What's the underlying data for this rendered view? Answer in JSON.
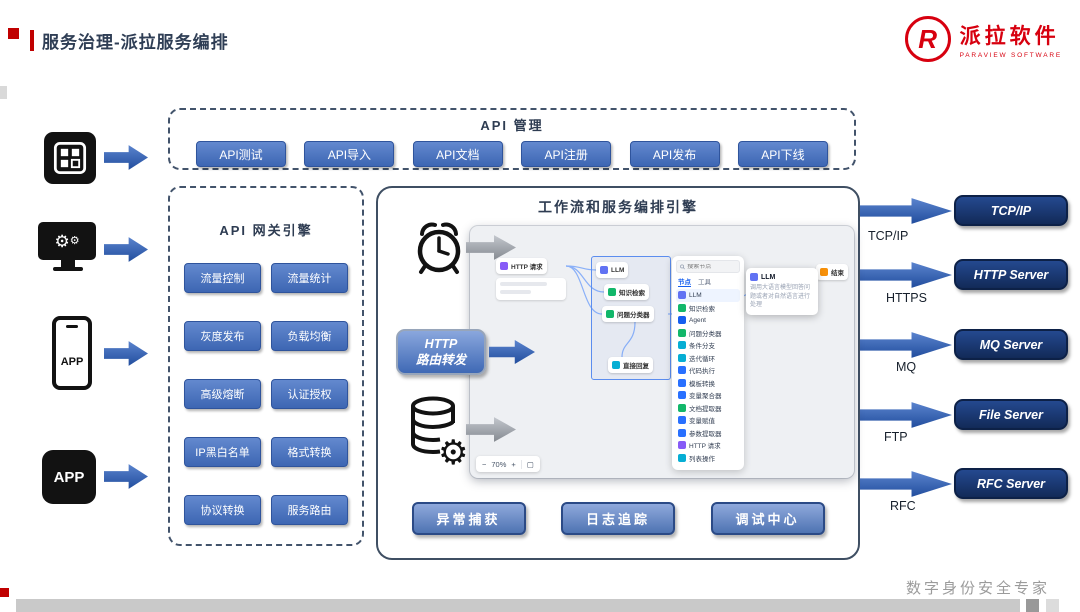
{
  "header": {
    "title": "服务治理-派拉服务编排"
  },
  "logo": {
    "brand": "派拉软件",
    "subtitle": "PARAVIEW SOFTWARE",
    "mark": "R"
  },
  "sources": {
    "phone_label": "APP",
    "appbox_label": "APP"
  },
  "api_management": {
    "title": "API 管理",
    "items": [
      "API测试",
      "API导入",
      "API文档",
      "API注册",
      "API发布",
      "API下线"
    ]
  },
  "gateway": {
    "title": "API 网关引擎",
    "items": [
      "流量控制",
      "流量统计",
      "灰度发布",
      "负载均衡",
      "高级熔断",
      "认证授权",
      "IP黑白名单",
      "格式转换",
      "协议转换",
      "服务路由"
    ]
  },
  "engine": {
    "title": "工作流和服务编排引擎",
    "route_button": {
      "line1": "HTTP",
      "line2": "路由转发"
    },
    "footer_buttons": [
      "异常捕获",
      "日志追踪",
      "调试中心"
    ],
    "editor": {
      "search_placeholder": "搜索节点",
      "tabs": [
        "节点",
        "工具"
      ],
      "zoom": "70%",
      "toolbar": {
        "zoom_out": "−",
        "zoom_in": "+",
        "fit": "▢"
      },
      "node_types": [
        {
          "label": "LLM",
          "color": "#6172f3"
        },
        {
          "label": "知识检索",
          "color": "#12b76a"
        },
        {
          "label": "Agent",
          "color": "#155eef"
        },
        {
          "label": "问题分类器",
          "color": "#12b76a"
        },
        {
          "label": "条件分支",
          "color": "#06aed4"
        },
        {
          "label": "迭代循环",
          "color": "#06aed4"
        },
        {
          "label": "代码执行",
          "color": "#2970ff"
        },
        {
          "label": "模板转换",
          "color": "#2970ff"
        },
        {
          "label": "变量聚合器",
          "color": "#2970ff"
        },
        {
          "label": "文档提取器",
          "color": "#12b76a"
        },
        {
          "label": "变量赋值",
          "color": "#2970ff"
        },
        {
          "label": "参数提取器",
          "color": "#2970ff"
        },
        {
          "label": "HTTP 请求",
          "color": "#875bf7"
        },
        {
          "label": "列表操作",
          "color": "#06aed4"
        }
      ],
      "tooltip": {
        "title": "LLM",
        "desc": "调用大语言模型回答问题或者对自然语言进行处理"
      },
      "canvas_nodes": [
        {
          "label": "HTTP 请求",
          "color": "#875bf7"
        },
        {
          "label": "LLM",
          "color": "#6172f3"
        },
        {
          "label": "知识检索",
          "color": "#12b76a"
        },
        {
          "label": "问题分类器",
          "color": "#12b76a"
        },
        {
          "label": "直接回复",
          "color": "#06aed4"
        },
        {
          "label": "结束",
          "color": "#f79009"
        }
      ]
    }
  },
  "outputs": {
    "servers": [
      {
        "label": "TCP/IP",
        "protocol": "TCP/IP"
      },
      {
        "label": "HTTP Server",
        "protocol": "HTTPS"
      },
      {
        "label": "MQ Server",
        "protocol": "MQ"
      },
      {
        "label": "File Server",
        "protocol": "FTP"
      },
      {
        "label": "RFC Server",
        "protocol": "RFC"
      }
    ]
  },
  "footer": {
    "tagline": "数字身份安全专家"
  },
  "colors": {
    "accent_red": "#c00000",
    "brand_red": "#d7000f",
    "button_blue": "#4472c4",
    "navy": "#122a58",
    "arrow_blue": "#2b5ca8"
  }
}
